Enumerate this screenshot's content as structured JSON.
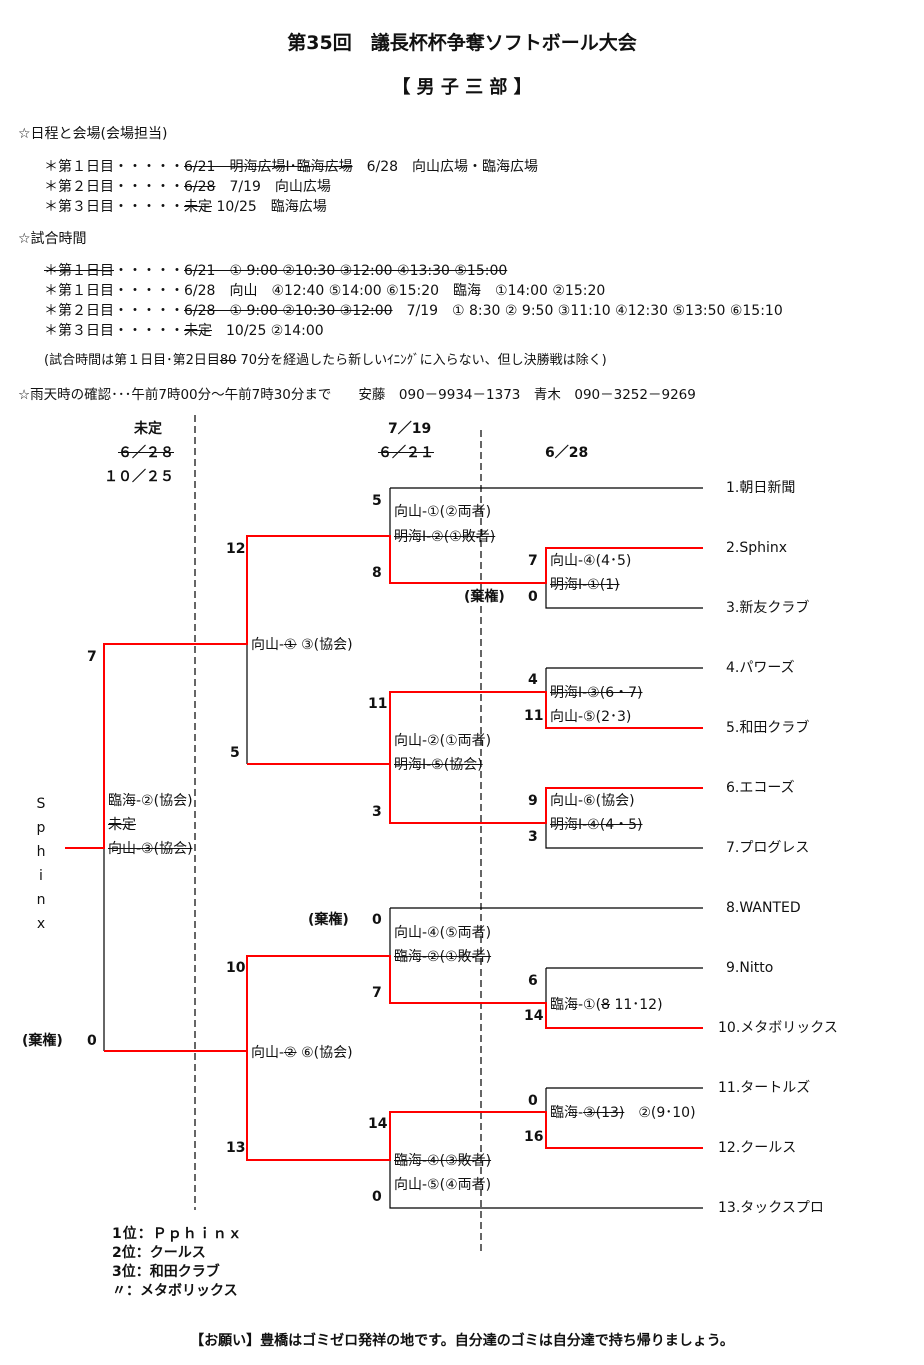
{
  "title": "第35回　議長杯杯争奪ソフトボール大会",
  "subtitle": "【 男 子 三 部 】",
  "schedule": {
    "heading": "☆日程と会場(会場担当)",
    "day1_label": "＊第１日目・・・・・",
    "day1_old": "6/21　明海広場Ⅰ･臨海広場",
    "day1_new": "6/28　向山広場・臨海広場",
    "day2_label": "＊第２日目・・・・・",
    "day2_old": "6/28",
    "day2_new": "7/19　向山広場",
    "day3_label": "＊第３日目・・・・・",
    "day3_old": "未定",
    "day3_new": " 10/25　臨海広場"
  },
  "times": {
    "heading": "☆試合時間",
    "r1_label": "＊第１日目",
    "r1_dots": "・・・・・",
    "r1_old": "6/21　① 9:00 ②10:30 ③12:00 ④13:30 ⑤15:00",
    "r2_label": "＊第１日目・・・・・",
    "r2_text": "6/28　向山　④12:40 ⑤14:00 ⑥15:20　臨海　①14:00 ②15:20",
    "r3_label": "＊第２日目・・・・・",
    "r3_old": "6/28　① 9:00 ②10:30 ③12:00",
    "r3_new": "　7/19　① 8:30 ② 9:50 ③11:10 ④12:30 ⑤13:50 ⑥15:10",
    "r4_label": "＊第３日目・・・・・",
    "r4_old": "未定",
    "r4_new": "　10/25 ②14:00",
    "note_a": "(試合時間は第１日目･第2日目",
    "note_old": "80",
    "note_b": " 70分を経過したら新しいｲﾆﾝｸﾞに入らない、但し決勝戦は除く)"
  },
  "rain": "☆雨天時の確認･･･午前7時00分～午前7時30分まで　　安藤　090－9934－1373　青木　090－3252－9269",
  "dates": {
    "final_a": "未定",
    "final_b": "６／２８",
    "final_c": "１０／２５",
    "qf_a": "7／19",
    "qf_b": "６／２１",
    "r1": "6／28"
  },
  "teams": [
    "1.朝日新聞",
    "2.Sphinx",
    "3.新友クラブ",
    "4.パワーズ",
    "5.和田クラブ",
    "6.エコーズ",
    "7.プログレス",
    "8.WANTED",
    "9.Nitto",
    "10.メタボリックス",
    "11.タートルズ",
    "12.クールス",
    "13.タックスプロ"
  ],
  "scores": {
    "m1a": "5",
    "m1b": "8",
    "m2a": "7",
    "m2b": "0",
    "m2b_note": "(棄権)",
    "sf1a": "12",
    "sf1b": "5",
    "m3a": "4",
    "m3b": "11",
    "m4a": "11",
    "m4b": "3",
    "m5a": "9",
    "m5b": "3",
    "fa": "7",
    "fb": "0",
    "fb_note": "(棄権)",
    "m6a": "0",
    "m6a_note": "(棄権)",
    "m6b": "7",
    "m7a": "6",
    "m7b": "14",
    "sf2a": "10",
    "sf2b": "13",
    "m8a": "0",
    "m8b": "16",
    "m9a": "14",
    "m9b": "0"
  },
  "venues": {
    "m1_1": "向山-①(②両者)",
    "m1_2": "明海Ⅰ-②(①敗者)",
    "m2_1": "向山-④(4･5)",
    "m2_2": "明海Ⅰ-①(1)",
    "sf1_a": "向山-",
    "sf1_old": "①",
    "sf1_b": " ③(協会)",
    "m3_1": "明海Ⅰ-③(6・7)",
    "m3_2": "向山-⑤(2･3)",
    "m4_1": "向山-②(①両者)",
    "m4_2": "明海Ⅰ-⑤(協会)",
    "m5_1": "向山-⑥(協会)",
    "m5_2": "明海Ⅰ-④(4・5)",
    "f_1": "臨海-②(協会)",
    "f_2": "未定",
    "f_3": "向山-③(協会)",
    "m6_1": "向山-④(⑤両者)",
    "m6_2": "臨海-②(①敗者)",
    "m7_a": "臨海-①(",
    "m7_old": "8",
    "m7_b": " 11･12)",
    "sf2_a": "向山-",
    "sf2_old": "②",
    "sf2_b": " ⑥(協会)",
    "m8_a": "臨海-",
    "m8_old": "③(13)",
    "m8_b": "　②(9･10)",
    "m9_1": "臨海-④(③敗者)",
    "m9_2": "向山-⑤(④両者)"
  },
  "champion_vertical": [
    "S",
    "p",
    "h",
    "i",
    "n",
    "x"
  ],
  "results": [
    "1位：Ｐｐｈｉｎｘ",
    "2位：クールス",
    "3位：和田クラブ",
    "〃：メタボリックス"
  ],
  "footer": "【お願い】豊橋はゴミゼロ発祥の地です。自分達のゴミは自分達で持ち帰りましょう。",
  "colors": {
    "winner_line": "#ff0000",
    "line": "#000000"
  }
}
